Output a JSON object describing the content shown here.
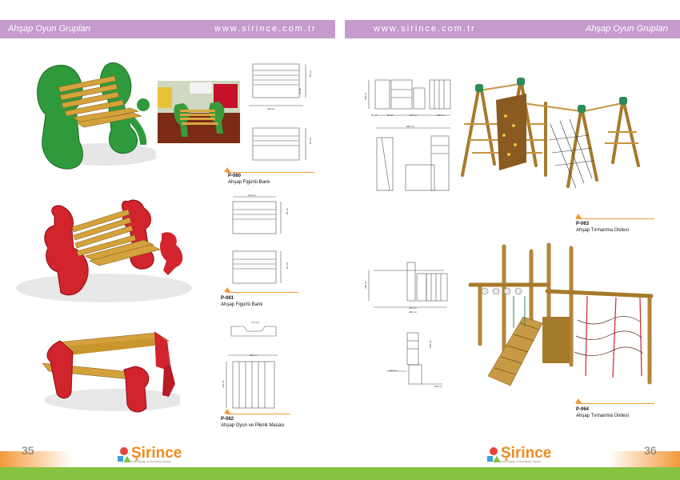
{
  "header": {
    "left_title": "Ahşap Oyun Grupları",
    "left_url": "www.sirince.com.tr",
    "right_url": "www.sirince.com.tr",
    "right_title": "Ahşap Oyun Grupları"
  },
  "products": [
    {
      "code": "P-060",
      "name": "Ahşap Figürlü Bank"
    },
    {
      "code": "P-061",
      "name": "Ahşap Figürlü Bank"
    },
    {
      "code": "P-062",
      "name": "Ahşap Oyun ve Piknik Masası"
    },
    {
      "code": "P-063",
      "name": "Ahşap Tırmanma Ünitesi"
    },
    {
      "code": "P-064",
      "name": "Ahşap Tırmanma Ünitesi"
    }
  ],
  "dimensions": {
    "d060_w": "120 cm",
    "d060_h1": "85 cm",
    "d060_h2": "54 cm",
    "d060_d": "60 cm",
    "d061_w": "120 cm",
    "d061_h": "85 cm",
    "d061_d": "60 cm",
    "d062_w": "174 cm",
    "d062_w2": "180 cm",
    "d062_d": "160 cm",
    "d063_total": "380 cm",
    "d063_a": "80 cm",
    "d063_b": "80 cm",
    "d063_c": "100 cm",
    "d063_e": "150 cm",
    "d063_h": "180 cm",
    "d064_a": "200 cm",
    "d064_b": "400 cm",
    "d064_h": "180 cm",
    "d064_c": "100 cm",
    "d064_d": "200 cm",
    "d064_e": "200 cm"
  },
  "pages": {
    "left": "35",
    "right": "36"
  },
  "logo": {
    "name": "Şirince",
    "tagline": "Oyun Parkları ve Park Bahçe Ürünleri"
  },
  "colors": {
    "header": "#c59bce",
    "accent": "#f39a3a",
    "footer": "#86c342",
    "brand": "#f08a1c"
  }
}
